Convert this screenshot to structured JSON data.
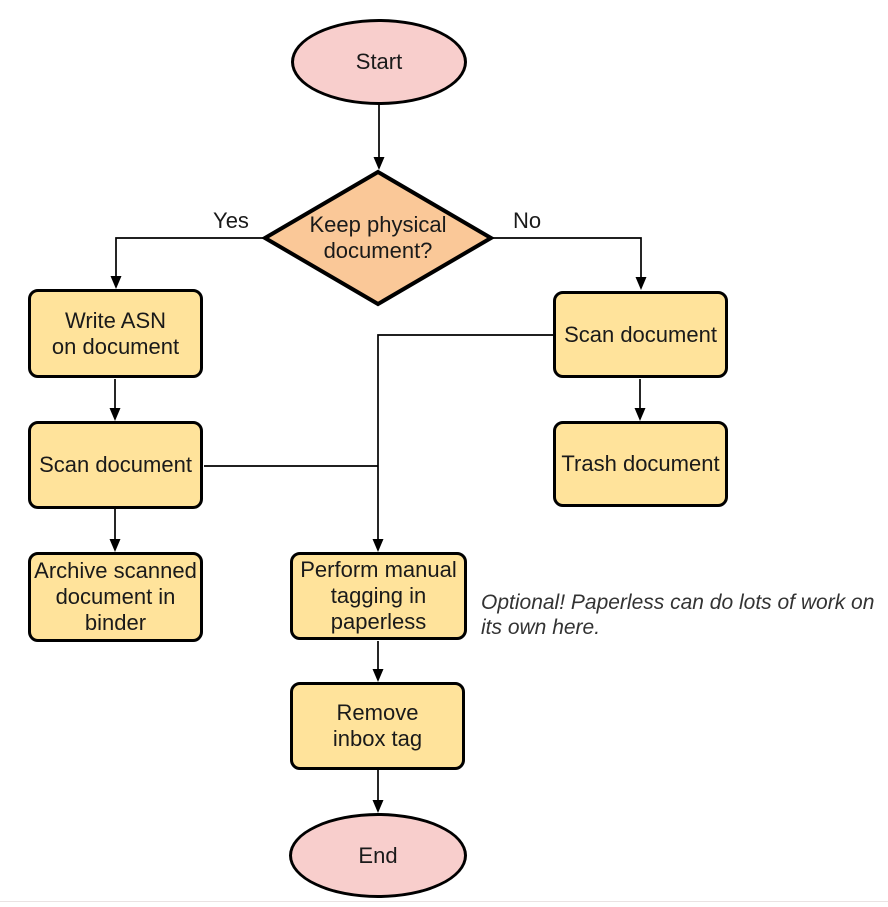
{
  "diagram": {
    "type": "flowchart",
    "nodes": {
      "start": {
        "shape": "terminal",
        "lines": [
          "Start"
        ]
      },
      "decision": {
        "shape": "diamond",
        "lines": [
          "Keep physical",
          "document?"
        ]
      },
      "write_asn": {
        "shape": "process",
        "lines": [
          "Write ASN",
          "on document"
        ]
      },
      "scan_left": {
        "shape": "process",
        "lines": [
          "Scan document"
        ]
      },
      "archive": {
        "shape": "process",
        "lines": [
          "Archive scanned",
          "document in",
          "binder"
        ]
      },
      "scan_right": {
        "shape": "process",
        "lines": [
          "Scan document"
        ]
      },
      "trash": {
        "shape": "process",
        "lines": [
          "Trash document"
        ]
      },
      "tagging": {
        "shape": "process",
        "lines": [
          "Perform manual",
          "tagging in",
          "paperless"
        ]
      },
      "remove": {
        "shape": "process",
        "lines": [
          "Remove",
          "inbox tag"
        ]
      },
      "end": {
        "shape": "terminal",
        "lines": [
          "End"
        ]
      }
    },
    "edges": [
      {
        "from": "start",
        "to": "decision",
        "label": ""
      },
      {
        "from": "decision",
        "to": "write_asn",
        "label": "Yes"
      },
      {
        "from": "decision",
        "to": "scan_right",
        "label": "No"
      },
      {
        "from": "write_asn",
        "to": "scan_left",
        "label": ""
      },
      {
        "from": "scan_left",
        "to": "archive",
        "label": ""
      },
      {
        "from": "scan_right",
        "to": "trash",
        "label": ""
      },
      {
        "from": "scan_right",
        "to": "tagging",
        "label": ""
      },
      {
        "from": "scan_left",
        "to": "tagging",
        "label": ""
      },
      {
        "from": "tagging",
        "to": "remove",
        "label": ""
      },
      {
        "from": "remove",
        "to": "end",
        "label": ""
      }
    ],
    "annotation": {
      "text": "Optional! Paperless can do lots of work on its own here.",
      "lines": [
        "Optional! Paperless can do lots of work on",
        "its own here."
      ]
    }
  },
  "theme": {
    "terminal_fill": "#F8CECC",
    "decision_fill": "#FAC898",
    "process_fill": "#FFE39B",
    "stroke": "#000000",
    "text": "#1A1A1A",
    "annotation_text": "#333333"
  }
}
